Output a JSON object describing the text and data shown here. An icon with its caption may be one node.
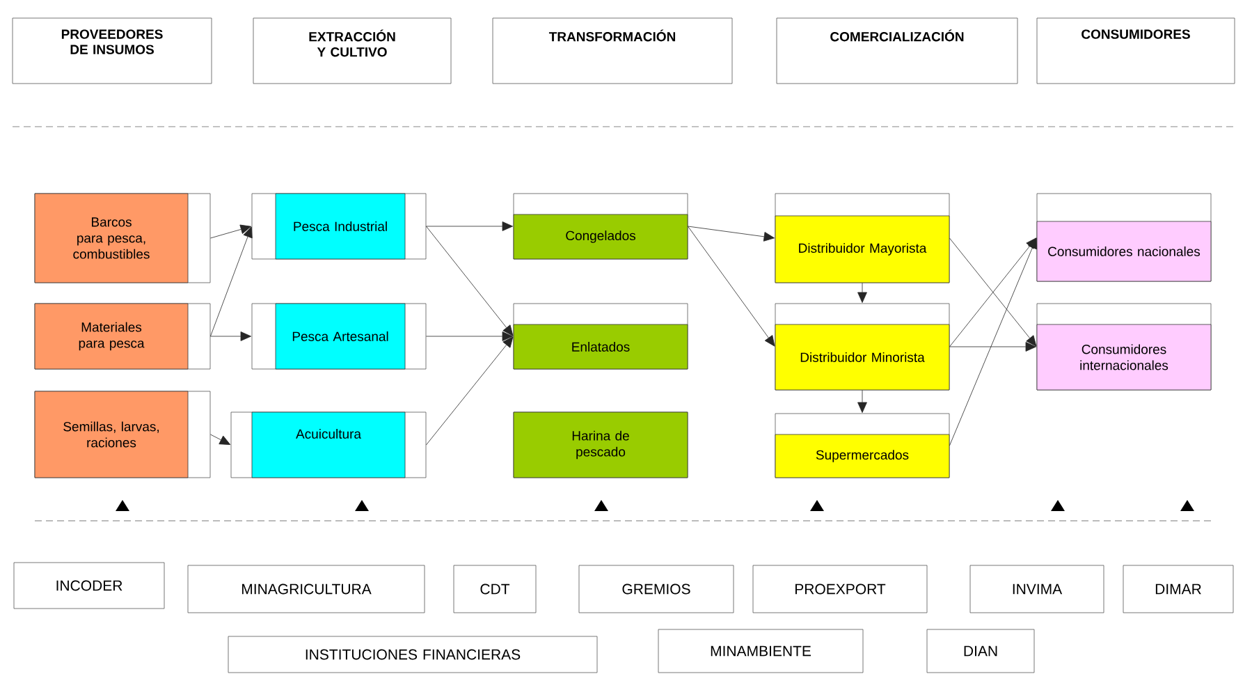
{
  "diagram": {
    "nodes": [
      {
        "text": [
          "PROVEEDORES DE INSUMOS"
        ]
      },
      {
        "text": [
          "EXTRACCIÓN Y CULTIVO"
        ]
      },
      {
        "text": [
          "TRANSFORMACIÓN"
        ]
      },
      {
        "text": [
          "COMERCIALIZACIÓN"
        ]
      },
      {
        "text": [
          "CONSUMIDORES"
        ]
      },
      {
        "text": [
          "Barcos para pesca, combustibles"
        ]
      },
      {
        "text": [
          "Materiales para pesca"
        ]
      },
      {
        "text": [
          "Semillas, larvas, raciones"
        ]
      },
      {
        "text": [
          "Pesca Industrial"
        ]
      },
      {
        "text": [
          "Pesca Artesanal"
        ]
      },
      {
        "text": [
          "Acuicultura"
        ]
      },
      {
        "text": [
          "Congelados"
        ]
      },
      {
        "text": [
          "Enlatados"
        ]
      },
      {
        "text": [
          "Harina de pescado"
        ]
      },
      {
        "text": [
          "Distribuidor Mayorista"
        ]
      },
      {
        "text": [
          "Distribuidor Minorista"
        ]
      },
      {
        "text": [
          "Supermercados"
        ]
      },
      {
        "text": [
          "Consumidores nacionales"
        ]
      },
      {
        "text": [
          "Consumidores internacionales"
        ]
      },
      {
        "text": [
          "INCODER"
        ]
      },
      {
        "text": [
          "MINAGRICULTURA"
        ]
      },
      {
        "text": [
          "CDT"
        ]
      },
      {
        "text": [
          "GREMIOS"
        ]
      },
      {
        "text": [
          "PROEXPORT"
        ]
      },
      {
        "text": [
          "INVIMA"
        ]
      },
      {
        "text": [
          "DIMAR"
        ]
      },
      {
        "text": [
          "INSTITUCIONES FINANCIERAS"
        ]
      },
      {
        "text": [
          "MINAMBIENTE"
        ]
      },
      {
        "text": [
          "DIAN"
        ]
      }
    ],
    "edges": [
      {
        "from": 5,
        "to": 8,
        "arrow": "to"
      },
      {
        "from": 6,
        "to": 8,
        "arrow": "to"
      },
      {
        "from": 6,
        "to": 9,
        "arrow": "to"
      },
      {
        "from": 7,
        "to": 10,
        "arrow": "to"
      },
      {
        "from": 8,
        "to": 11,
        "arrow": "to"
      },
      {
        "from": 8,
        "to": 12,
        "arrow": "to"
      },
      {
        "from": 9,
        "to": 12,
        "arrow": "to"
      },
      {
        "from": 10,
        "to": 12,
        "arrow": "to"
      },
      {
        "from": 11,
        "to": 14,
        "arrow": "to"
      },
      {
        "from": 11,
        "to": 15,
        "arrow": "to"
      },
      {
        "from": 14,
        "to": 15,
        "arrow": "to"
      },
      {
        "from": 15,
        "to": 16,
        "arrow": "to"
      },
      {
        "from": 14,
        "to": 18,
        "arrow": "to"
      },
      {
        "from": 15,
        "to": 17,
        "arrow": "to"
      },
      {
        "from": 15,
        "to": 18,
        "arrow": "to"
      },
      {
        "from": 16,
        "to": 17,
        "arrow": "to"
      }
    ]
  }
}
